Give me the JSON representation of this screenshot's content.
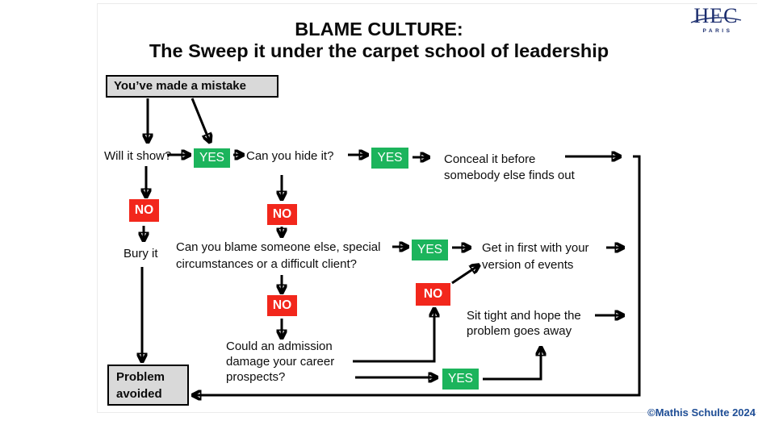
{
  "title": {
    "line1": "BLAME CULTURE:",
    "line2": "The Sweep it under the carpet school of leadership"
  },
  "logo": {
    "text": "HEC",
    "subtext": "PARIS"
  },
  "labels": {
    "yes": "YES",
    "no": "NO"
  },
  "nodes": {
    "start": "You’ve made a mistake",
    "will_it_show": "Will it show?",
    "can_you_hide": "Can you hide it?",
    "conceal_line1": "Conceal it before",
    "conceal_line2": "somebody else finds out",
    "bury_it": "Bury it",
    "blame_line1": "Can you blame someone else, special",
    "blame_line2": "circumstances or a difficult client?",
    "get_in_first_line1": "Get in first with your",
    "get_in_first_line2": "version of events",
    "admission_line1": "Could an admission",
    "admission_line2": "damage your career",
    "admission_line3": "prospects?",
    "sit_tight_line1": "Sit tight and hope the",
    "sit_tight_line2": "problem goes away",
    "problem_avoided_line1": "Problem",
    "problem_avoided_line2": "avoided"
  },
  "footer": {
    "copyright": "©Mathis Schulte 2024"
  },
  "colors": {
    "yes_green": "#1CB45C",
    "no_red": "#F2271C",
    "box_gray": "#D9D9D9",
    "line": "#000000",
    "text": "#111111",
    "copyright_blue": "#1F4E96",
    "logo_navy": "#1B2D6E",
    "slide_border": "#EBEBEB"
  }
}
